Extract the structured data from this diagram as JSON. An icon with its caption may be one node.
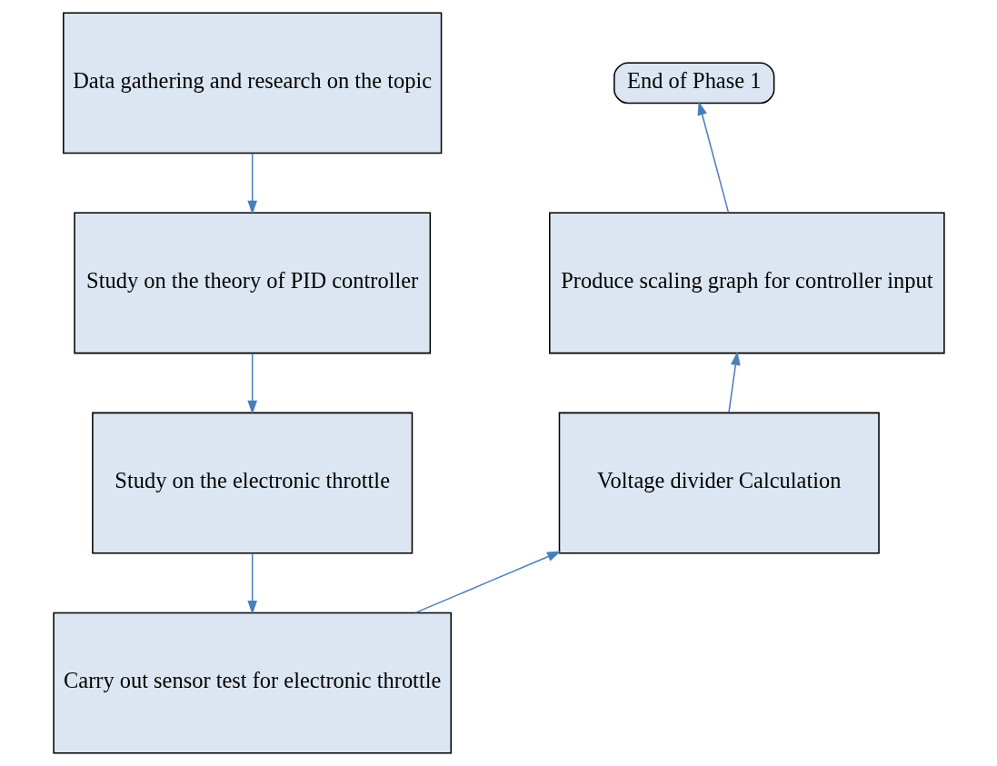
{
  "diagram": {
    "nodes": [
      {
        "text": [
          "Data gathering and research on the topic"
        ]
      },
      {
        "text": [
          "Study on the theory of PID controller"
        ]
      },
      {
        "text": [
          "Study on the electronic throttle"
        ]
      },
      {
        "text": [
          "Carry out sensor test for electronic throttle"
        ]
      },
      {
        "text": [
          "Voltage divider Calculation"
        ]
      },
      {
        "text": [
          "Produce scaling graph for controller input"
        ]
      },
      {
        "text": [
          "End of Phase 1"
        ]
      }
    ],
    "edges": [
      {
        "from": 0,
        "to": 1,
        "arrow": "to"
      },
      {
        "from": 1,
        "to": 2,
        "arrow": "to"
      },
      {
        "from": 2,
        "to": 3,
        "arrow": "to"
      },
      {
        "from": 3,
        "to": 4,
        "arrow": "to"
      },
      {
        "from": 4,
        "to": 5,
        "arrow": "to"
      },
      {
        "from": 5,
        "to": 6,
        "arrow": "to"
      }
    ]
  }
}
